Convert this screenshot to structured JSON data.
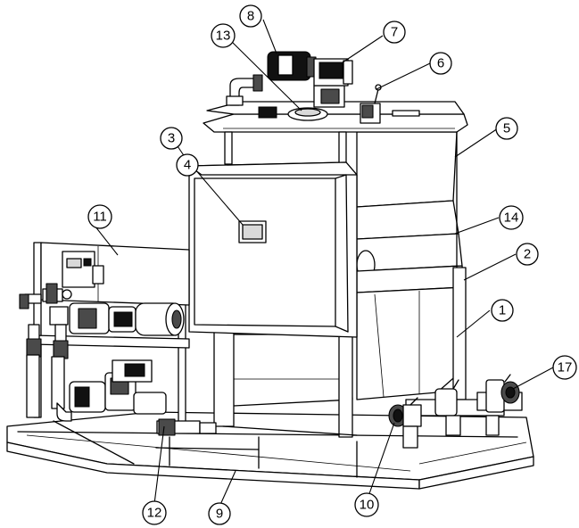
{
  "callouts": [
    {
      "id": "1",
      "label": "1"
    },
    {
      "id": "2",
      "label": "2"
    },
    {
      "id": "3",
      "label": "3"
    },
    {
      "id": "4",
      "label": "4"
    },
    {
      "id": "5",
      "label": "5"
    },
    {
      "id": "6",
      "label": "6"
    },
    {
      "id": "7",
      "label": "7"
    },
    {
      "id": "8",
      "label": "8"
    },
    {
      "id": "9",
      "label": "9"
    },
    {
      "id": "10",
      "label": "10"
    },
    {
      "id": "11",
      "label": "11"
    },
    {
      "id": "12",
      "label": "12"
    },
    {
      "id": "13",
      "label": "13"
    },
    {
      "id": "14",
      "label": "14"
    },
    {
      "id": "17",
      "label": "17"
    }
  ]
}
